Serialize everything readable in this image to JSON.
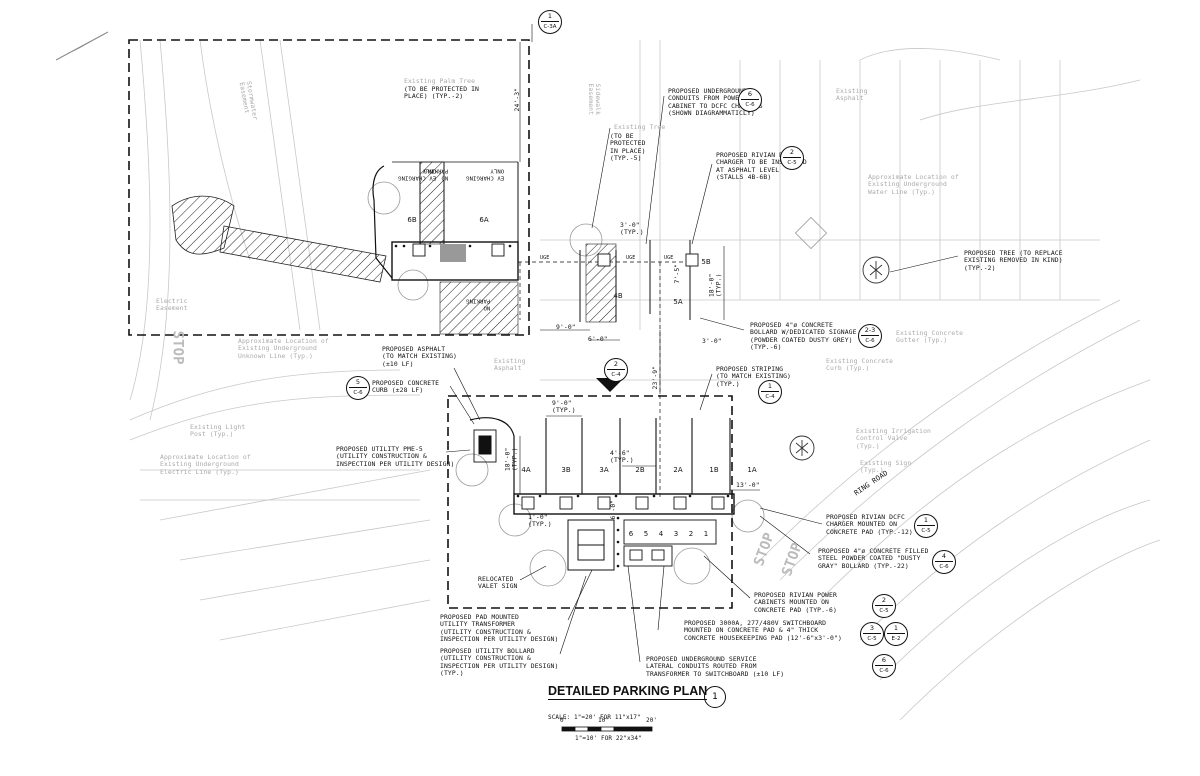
{
  "title": "DETAILED PARKING PLAN",
  "title_number": "1",
  "scale_lines": [
    "SCALE: 1\"=20' FOR 11\"x17\"",
    "1\"=10' FOR 22\"x34\""
  ],
  "scale_bar_labels": [
    "0'",
    "10'",
    "20'"
  ],
  "stall_labels": [
    "6B",
    "6A",
    "4B",
    "5B",
    "5A",
    "4A",
    "3B",
    "3A",
    "2B",
    "2A",
    "1B",
    "1A"
  ],
  "cabinet_numbers": [
    "6",
    "5",
    "4",
    "3",
    "2",
    "1"
  ],
  "ground_text": {
    "ev_charging_only_1": "EV CHARGING\nONLY",
    "no_parking_1": "NO\nPARKING",
    "ev_charging_only_2": "EV CHARGING\nONLY",
    "no_parking_2": "NO\nPARKING",
    "stop_1": "STOP",
    "stop_2": "STOP",
    "stop_3": "STOP",
    "ring_road": "RING ROAD"
  },
  "existing_labels": {
    "palm_tree": "Existing Palm Tree",
    "tree": "Existing Tree",
    "asphalt_top": "Existing\nAsphalt",
    "water_line": "Approximate Location of\nExisting Underground\nWater Line (Typ.)",
    "electric_easement": "Electric\nEasement",
    "unknown_line": "Approximate Location of\nExisting Underground\nUnknown Line (Typ.)",
    "asphalt_mid": "Existing\nAsphalt",
    "concrete_gutter": "Existing Concrete\nGutter (Typ.)",
    "concrete_curb": "Existing Concrete\nCurb (Typ.)",
    "light_post": "Existing Light\nPost (Typ.)",
    "electric_line": "Approximate Location of\nExisting Underground\nElectric Line (Typ.)",
    "irrigation_valve": "Existing Irrigation\nControl Valve\n(Typ.)",
    "sign": "Existing Sign\n(Typ.)",
    "stormwater": "Stormwater\nEasement",
    "sidewalk": "Sidewalk\nEasement"
  },
  "callouts": {
    "palm_protect": "(TO BE PROTECTED IN\nPLACE) (TYP.-2)",
    "tree_protect": "(TO BE\nPROTECTED\nIN PLACE)\n(TYP.-5)",
    "conduits": "PROPOSED UNDERGROUND\nCONDUITS FROM POWER\nCABINET TO DCFC CHARGERS\n(SHOWN DIAGRAMMATICLY)",
    "rivian_dcfc_asphalt": "PROPOSED RIVIAN DCFC\nCHARGER TO BE INSTALLED\nAT ASPHALT LEVEL\n(STALLS 4B-6B)",
    "proposed_tree": "PROPOSED TREE (TO REPLACE\nEXISTING REMOVED IN KIND)\n(TYP.-2)",
    "bollard_signage": "PROPOSED 4\"ø CONCRETE\nBOLLARD W/DEDICATED SIGNAGE\n(POWDER COATED DUSTY GREY)\n(TYP.-6)",
    "asphalt": "PROPOSED ASPHALT\n(TO MATCH EXISTING)\n(±10 LF)",
    "concrete_curb": "PROPOSED CONCRETE\nCURB (±28 LF)",
    "striping": "PROPOSED STRIPING\n(TO MATCH EXISTING)\n(TYP.)",
    "utility_pme": "PROPOSED UTILITY PME-5\n(UTILITY CONSTRUCTION &\nINSPECTION PER UTILITY DESIGN)",
    "dcfc_pad": "PROPOSED RIVIAN DCFC\nCHARGER MOUNTED ON\nCONCRETE PAD (TYP.-12)",
    "bollard_steel": "PROPOSED 4\"ø CONCRETE FILLED\nSTEEL POWDER COATED \"DUSTY\nGRAY\" BOLLARD (TYP.-22)",
    "valet_sign": "RELOCATED\nVALET SIGN",
    "power_cabinets": "PROPOSED RIVIAN POWER\nCABINETS MOUNTED ON\nCONCRETE PAD (TYP.-6)",
    "transformer": "PROPOSED PAD MOUNTED\nUTILITY TRANSFORMER\n(UTILITY CONSTRUCTION &\nINSPECTION PER UTILITY DESIGN)",
    "switchboard": "PROPOSED 3000A, 277/480V SWITCHBOARD\nMOUNTED ON CONCRETE PAD & 4\" THICK\nCONCRETE HOUSEKEEPING PAD (12'-6\"x3'-0\")",
    "utility_bollard": "PROPOSED UTILITY BOLLARD\n(UTILITY CONSTRUCTION &\nINSPECTION PER UTILITY DESIGN)\n(TYP.)",
    "service_lateral": "PROPOSED UNDERGROUND SERVICE\nLATERAL CONDUITS ROUTED FROM\nTRANSFORMER TO SWITCHBOARD (±10 LF)"
  },
  "dimensions": {
    "d24_3": "24'-3\"",
    "d3_0_top": "3'-0\"\n(TYP.)",
    "d7_5": "7'-5\"",
    "d18_0_top": "18'-0\"\n(TYP.)",
    "d9_0_top": "9'-0\"",
    "d6_0": "6'-0\"",
    "d3_0_bottom": "3'-0\"",
    "d23_9": "23'-9\"",
    "d9_0_typ": "9'-0\"\n(TYP.)",
    "d4_6": "4'-6\"\n(TYP.)",
    "d18_0_mid": "18'-0\"\n(TYP.)",
    "d13_0": "13'-0\"",
    "d1_0": "1'-0\"\n(TYP.)",
    "d6_0_mid": "6'-0\""
  },
  "refs": {
    "r1": [
      "1",
      "C-3A"
    ],
    "r2": [
      "6",
      "C-6"
    ],
    "r3": [
      "2",
      "C-5"
    ],
    "r4": [
      "2-3",
      "C-6"
    ],
    "r5": [
      "5",
      "C-6"
    ],
    "r6": [
      "2",
      "C-4"
    ],
    "r7": [
      "1",
      "C-4"
    ],
    "r8": [
      "1",
      "C-5"
    ],
    "r9": [
      "4",
      "C-6"
    ],
    "r10": [
      "2",
      "C-5"
    ],
    "r11": [
      "3",
      "C-5"
    ],
    "r12": [
      "1",
      "E-2"
    ],
    "r13": [
      "6",
      "C-6"
    ]
  },
  "utility_line_label": "UGE"
}
